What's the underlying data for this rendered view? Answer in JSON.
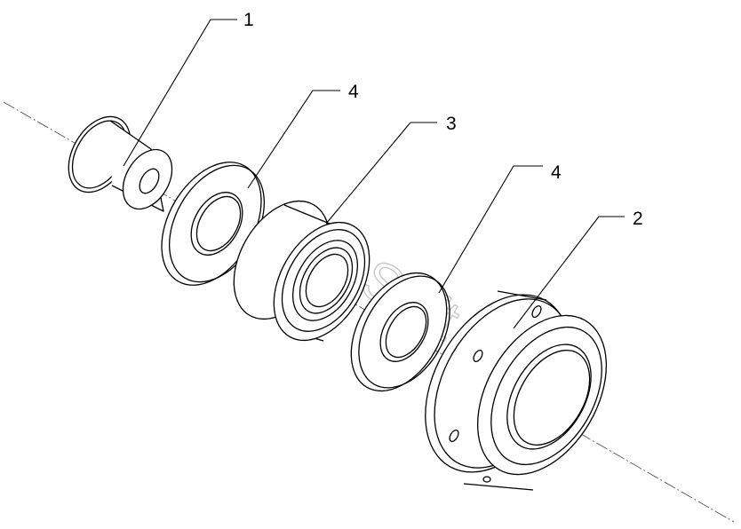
{
  "diagram": {
    "callouts": [
      {
        "id": "1",
        "label": "1"
      },
      {
        "id": "4a",
        "label": "4"
      },
      {
        "id": "3",
        "label": "3"
      },
      {
        "id": "4b",
        "label": "4"
      },
      {
        "id": "2",
        "label": "2"
      }
    ],
    "watermark": "AutoSoft"
  }
}
